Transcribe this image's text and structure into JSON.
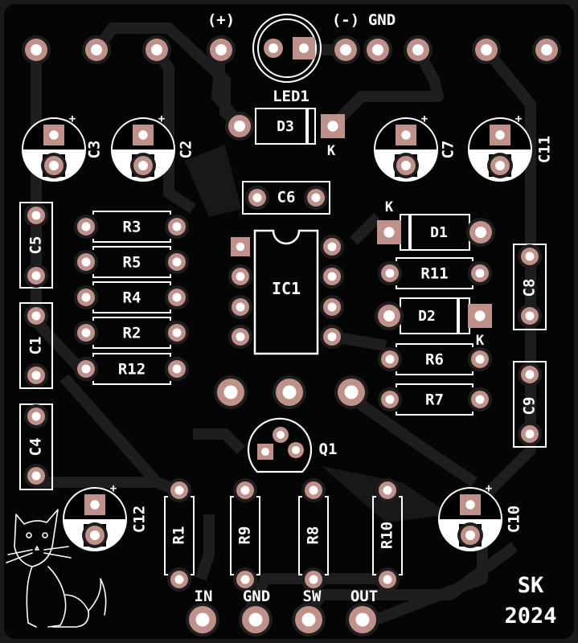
{
  "board": {
    "type": "PCB top view",
    "colors": {
      "substrate": "#050505",
      "copper_fill": "#1c1c1c",
      "pad": "#c0908a",
      "drill": "#ffffff",
      "silkscreen": "#ffffff"
    },
    "signature": {
      "line1": "SK",
      "line2": "2024"
    }
  },
  "header_pads": {
    "labels": {
      "plus": "(+)",
      "minus": "(-)",
      "gnd": "GND"
    }
  },
  "io_labels": [
    "IN",
    "GND",
    "SW",
    "OUT"
  ],
  "components": {
    "led": {
      "ref": "LED1"
    },
    "diodes": [
      {
        "ref": "D3",
        "cathode_mark": "K"
      },
      {
        "ref": "D1",
        "cathode_mark": "K"
      },
      {
        "ref": "D2",
        "cathode_mark": "K"
      }
    ],
    "electrolytic_caps": [
      {
        "ref": "C3",
        "polarity": "+"
      },
      {
        "ref": "C2",
        "polarity": "+"
      },
      {
        "ref": "C7",
        "polarity": "+"
      },
      {
        "ref": "C11",
        "polarity": "+"
      },
      {
        "ref": "C12",
        "polarity": "+"
      },
      {
        "ref": "C10",
        "polarity": "+"
      }
    ],
    "film_caps": [
      {
        "ref": "C6"
      },
      {
        "ref": "C5"
      },
      {
        "ref": "C1"
      },
      {
        "ref": "C4"
      },
      {
        "ref": "C8"
      },
      {
        "ref": "C9"
      }
    ],
    "resistors_left": [
      {
        "ref": "R3"
      },
      {
        "ref": "R5"
      },
      {
        "ref": "R4"
      },
      {
        "ref": "R2"
      },
      {
        "ref": "R12"
      }
    ],
    "resistors_right": [
      {
        "ref": "R11"
      },
      {
        "ref": "R6"
      },
      {
        "ref": "R7"
      }
    ],
    "resistors_vertical": [
      {
        "ref": "R1"
      },
      {
        "ref": "R9"
      },
      {
        "ref": "R8"
      },
      {
        "ref": "R10"
      }
    ],
    "ic": {
      "ref": "IC1",
      "pins": 8
    },
    "transistor": {
      "ref": "Q1"
    },
    "artwork": "cat-silhouette"
  }
}
